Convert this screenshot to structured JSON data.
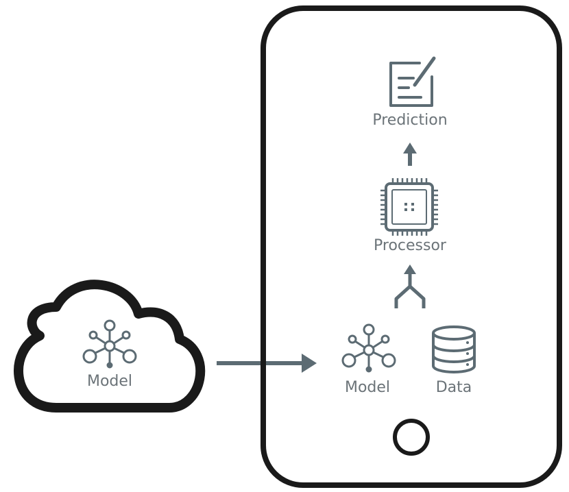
{
  "cloud": {
    "model_label": "Model"
  },
  "device": {
    "prediction_label": "Prediction",
    "processor_label": "Processor",
    "model_label": "Model",
    "data_label": "Data"
  },
  "colors": {
    "outline": "#1a1a1a",
    "icon": "#5c6b73",
    "label": "#6b7378",
    "background": "#ffffff"
  },
  "icons": {
    "cloud_model": "network-hub-icon",
    "prediction": "document-edit-icon",
    "processor": "cpu-chip-icon",
    "device_model": "network-hub-icon",
    "data": "database-icon",
    "merge": "merge-arrow-icon",
    "up_arrow": "arrow-up-icon",
    "transfer": "arrow-right-icon",
    "home_button": "home-button-icon"
  }
}
